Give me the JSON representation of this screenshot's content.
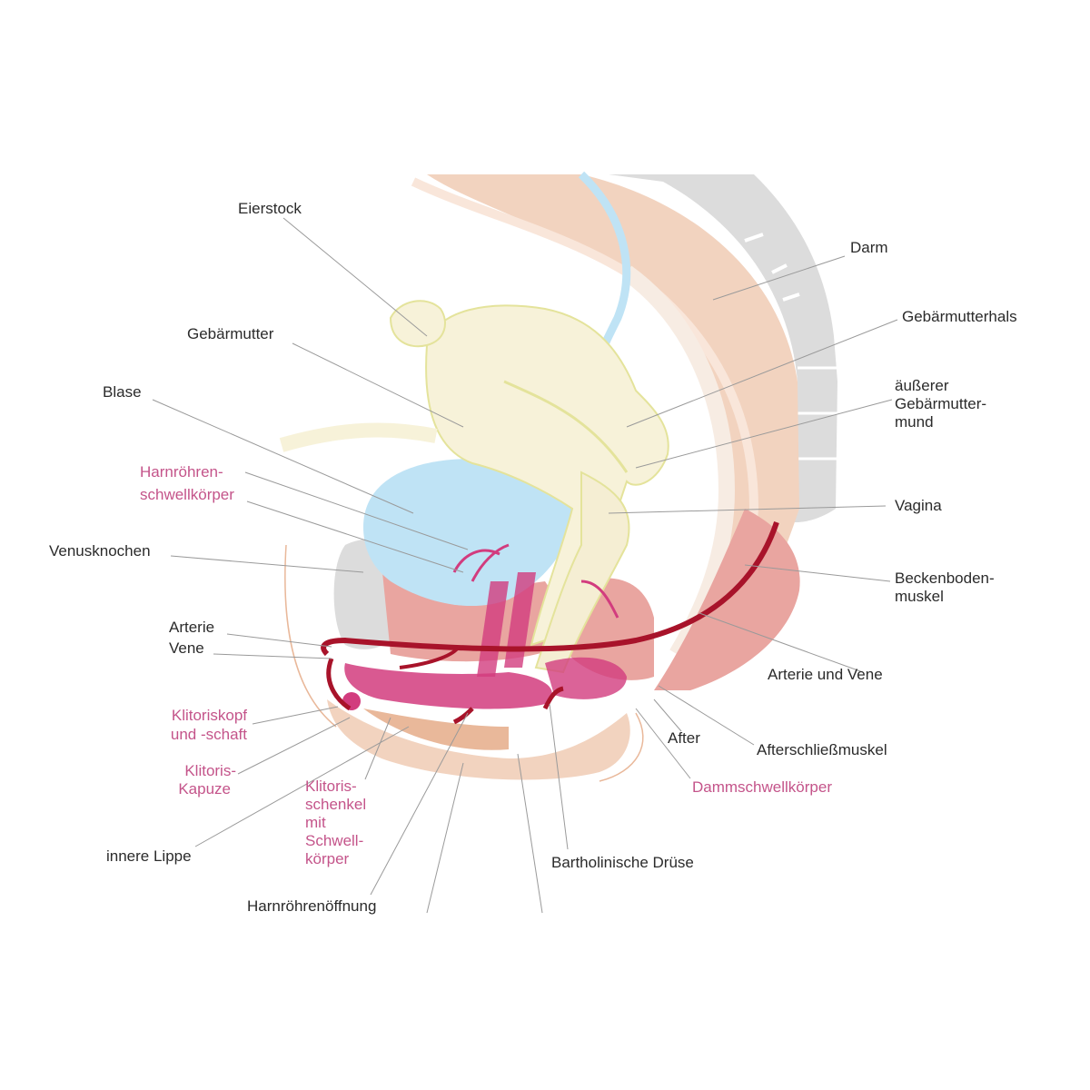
{
  "labels": {
    "eierstock": "Eierstock",
    "gebaermutter": "Gebärmutter",
    "blase": "Blase",
    "harnroehren_1": "Harnröhren-",
    "harnroehren_2": "schwellkörper",
    "venusknochen": "Venusknochen",
    "arterie": "Arterie",
    "vene": "Vene",
    "klitoriskopf_1": "Klitoriskopf",
    "klitoriskopf_2": "und -schaft",
    "kapuze_1": "Klitoris-",
    "kapuze_2": "Kapuze",
    "innere_lippe": "innere Lippe",
    "schenkel_1": "Klitoris-",
    "schenkel_2": "schenkel",
    "schenkel_3": "mit",
    "schenkel_4": "Schwell-",
    "schenkel_5": "körper",
    "harnroehrenoeffnung": "Harnröhrenöffnung",
    "bartholinische": "Bartholinische Drüse",
    "damm": "Dammschwellkörper",
    "after": "After",
    "afterschliess": "Afterschließmuskel",
    "arterie_und_vene": "Arterie und Vene",
    "becken_1": "Beckenboden-",
    "becken_2": "muskel",
    "vagina": "Vagina",
    "mund_1": "äußerer",
    "mund_2": "Gebärmutter-",
    "mund_3": "mund",
    "gebaermutterhals": "Gebärmutterhals",
    "darm": "Darm"
  },
  "colors": {
    "bone": "#dcdcdc",
    "skin": "#f2d3bf",
    "skin_dark": "#e9b89a",
    "bladder": "#bfe3f5",
    "uterus": "#f7f2d9",
    "uterus_outline": "#e4e39b",
    "muscle": "#e9a5a0",
    "vessel_dark": "#a8132a",
    "erectile": "#d23c7e",
    "label_pink": "#c4548a"
  }
}
